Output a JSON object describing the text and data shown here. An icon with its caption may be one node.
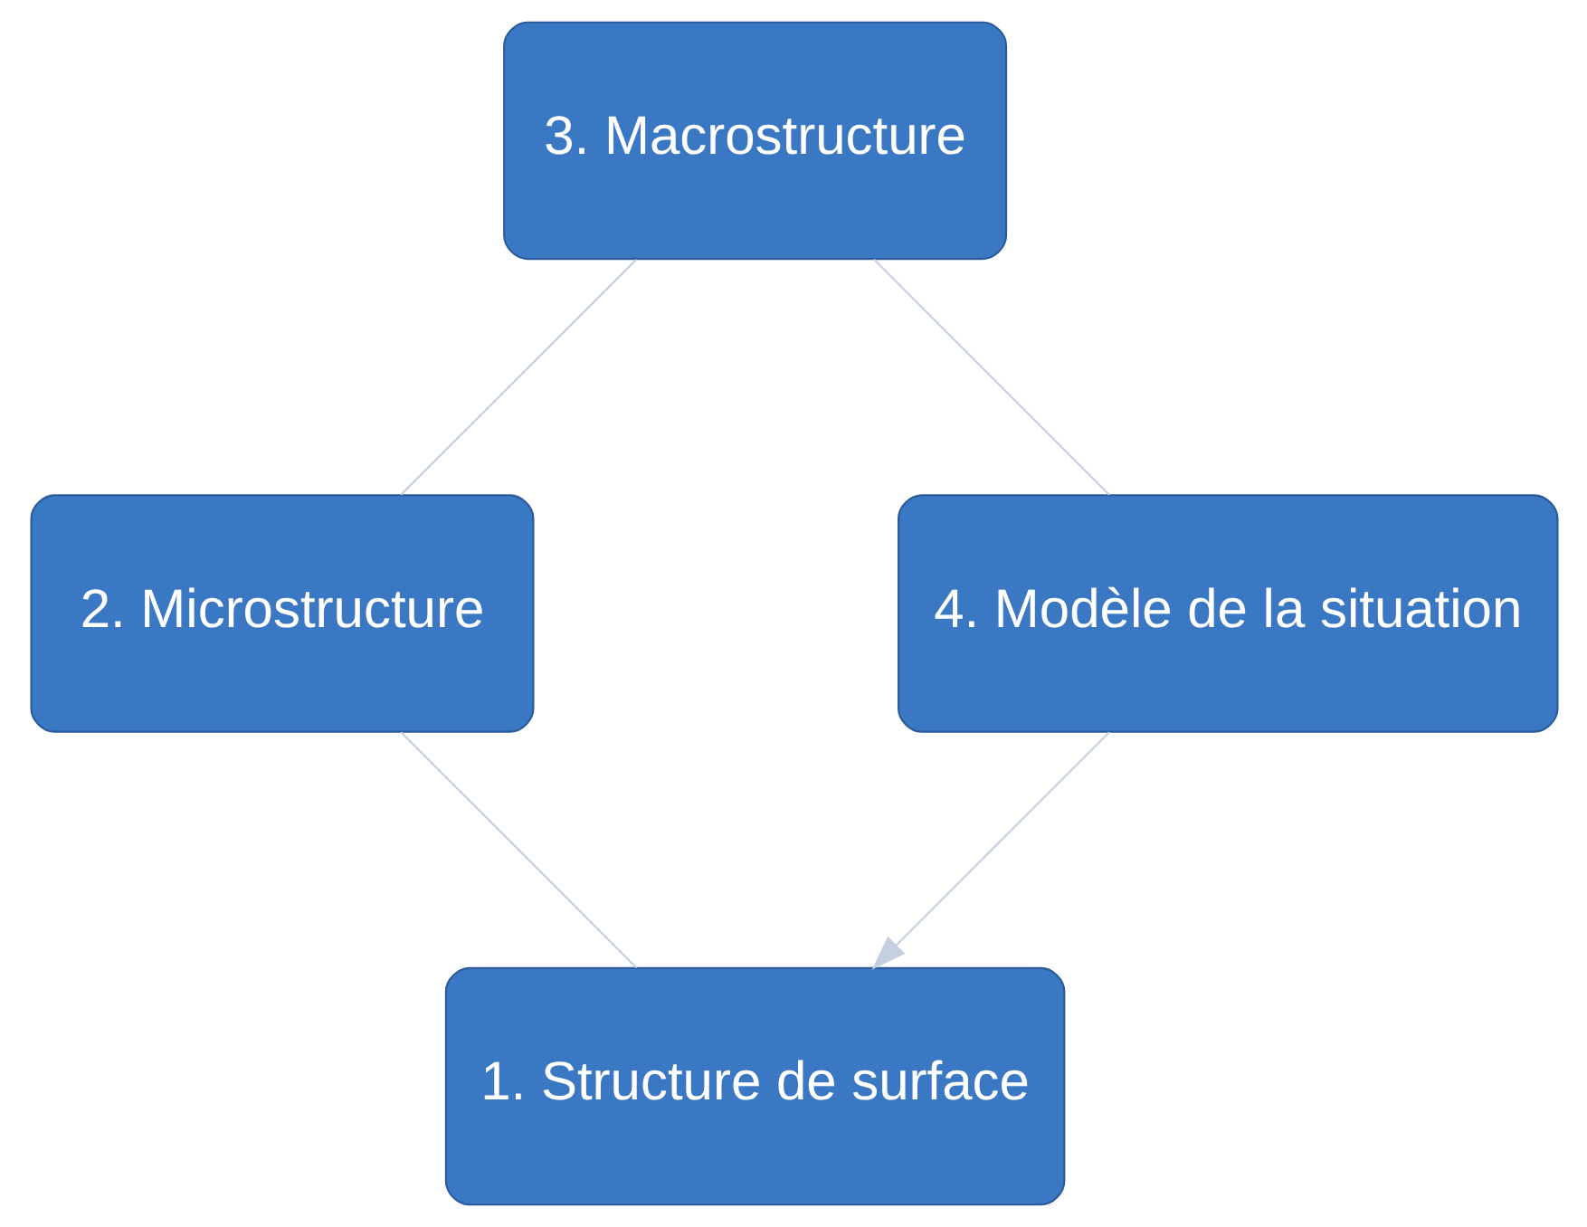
{
  "diagram": {
    "nodes": [
      {
        "text": [
          "1. Structure de surface"
        ]
      },
      {
        "text": [
          "2. Microstructure"
        ]
      },
      {
        "text": [
          "3. Macrostructure"
        ]
      },
      {
        "text": [
          "4. Modèle de la situation"
        ]
      }
    ],
    "edges": [
      {
        "from": 0,
        "to": 1,
        "arrow": "none"
      },
      {
        "from": 1,
        "to": 2,
        "arrow": "none"
      },
      {
        "from": 2,
        "to": 3,
        "arrow": "none"
      },
      {
        "from": 3,
        "to": 0,
        "arrow": "to"
      }
    ]
  }
}
